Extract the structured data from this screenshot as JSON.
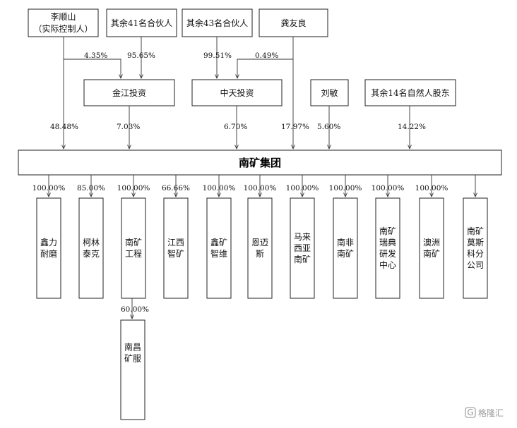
{
  "shareholders": {
    "li_shunshan": {
      "name": "李顺山",
      "note": "（实际控制人）"
    },
    "partners_41": "其余41名合伙人",
    "partners_43": "其余43名合伙人",
    "gong_youliang": "龚友良",
    "liu_min": "刘敏",
    "natural_14": "其余14名自然人股东"
  },
  "platforms": {
    "jinjiang": "金江投资",
    "zhongtian": "中天投资"
  },
  "group": "南矿集团",
  "stakes": {
    "li_to_jinjiang": "4.35%",
    "p41_to_jinjiang": "95.65%",
    "p43_to_zhongtian": "99.51%",
    "gong_to_zhongtian": "0.49%",
    "li_to_group": "48.48%",
    "jinjiang_to_group": "7.03%",
    "zhongtian_to_group": "6.70%",
    "gong_to_group": "17.97%",
    "liu_to_group": "5.60%",
    "natural_to_group": "14.22%",
    "gongcheng_to_nanchang": "60.00%"
  },
  "subsidiaries": [
    {
      "name": [
        "鑫力",
        "耐磨"
      ],
      "pct": "100.00%"
    },
    {
      "name": [
        "柯林",
        "泰克"
      ],
      "pct": "85.00%"
    },
    {
      "name": [
        "南矿",
        "工程"
      ],
      "pct": "100.00%"
    },
    {
      "name": [
        "江西",
        "智矿"
      ],
      "pct": "66.66%"
    },
    {
      "name": [
        "鑫矿",
        "智维"
      ],
      "pct": "100.00%"
    },
    {
      "name": [
        "恩迈",
        "斯"
      ],
      "pct": "100.00%"
    },
    {
      "name": [
        "马来",
        "西亚",
        "南矿"
      ],
      "pct": "100.00%"
    },
    {
      "name": [
        "南非",
        "南矿"
      ],
      "pct": "100.00%"
    },
    {
      "name": [
        "南矿",
        "瑞典",
        "研发",
        "中心"
      ],
      "pct": "100.00%"
    },
    {
      "name": [
        "澳洲",
        "南矿"
      ],
      "pct": "100.00%"
    },
    {
      "name": [
        "南矿",
        "莫斯",
        "科分",
        "公司"
      ],
      "pct": ""
    }
  ],
  "sub_subsidiary": {
    "name": [
      "南昌",
      "矿服"
    ]
  },
  "watermark": "格隆汇"
}
